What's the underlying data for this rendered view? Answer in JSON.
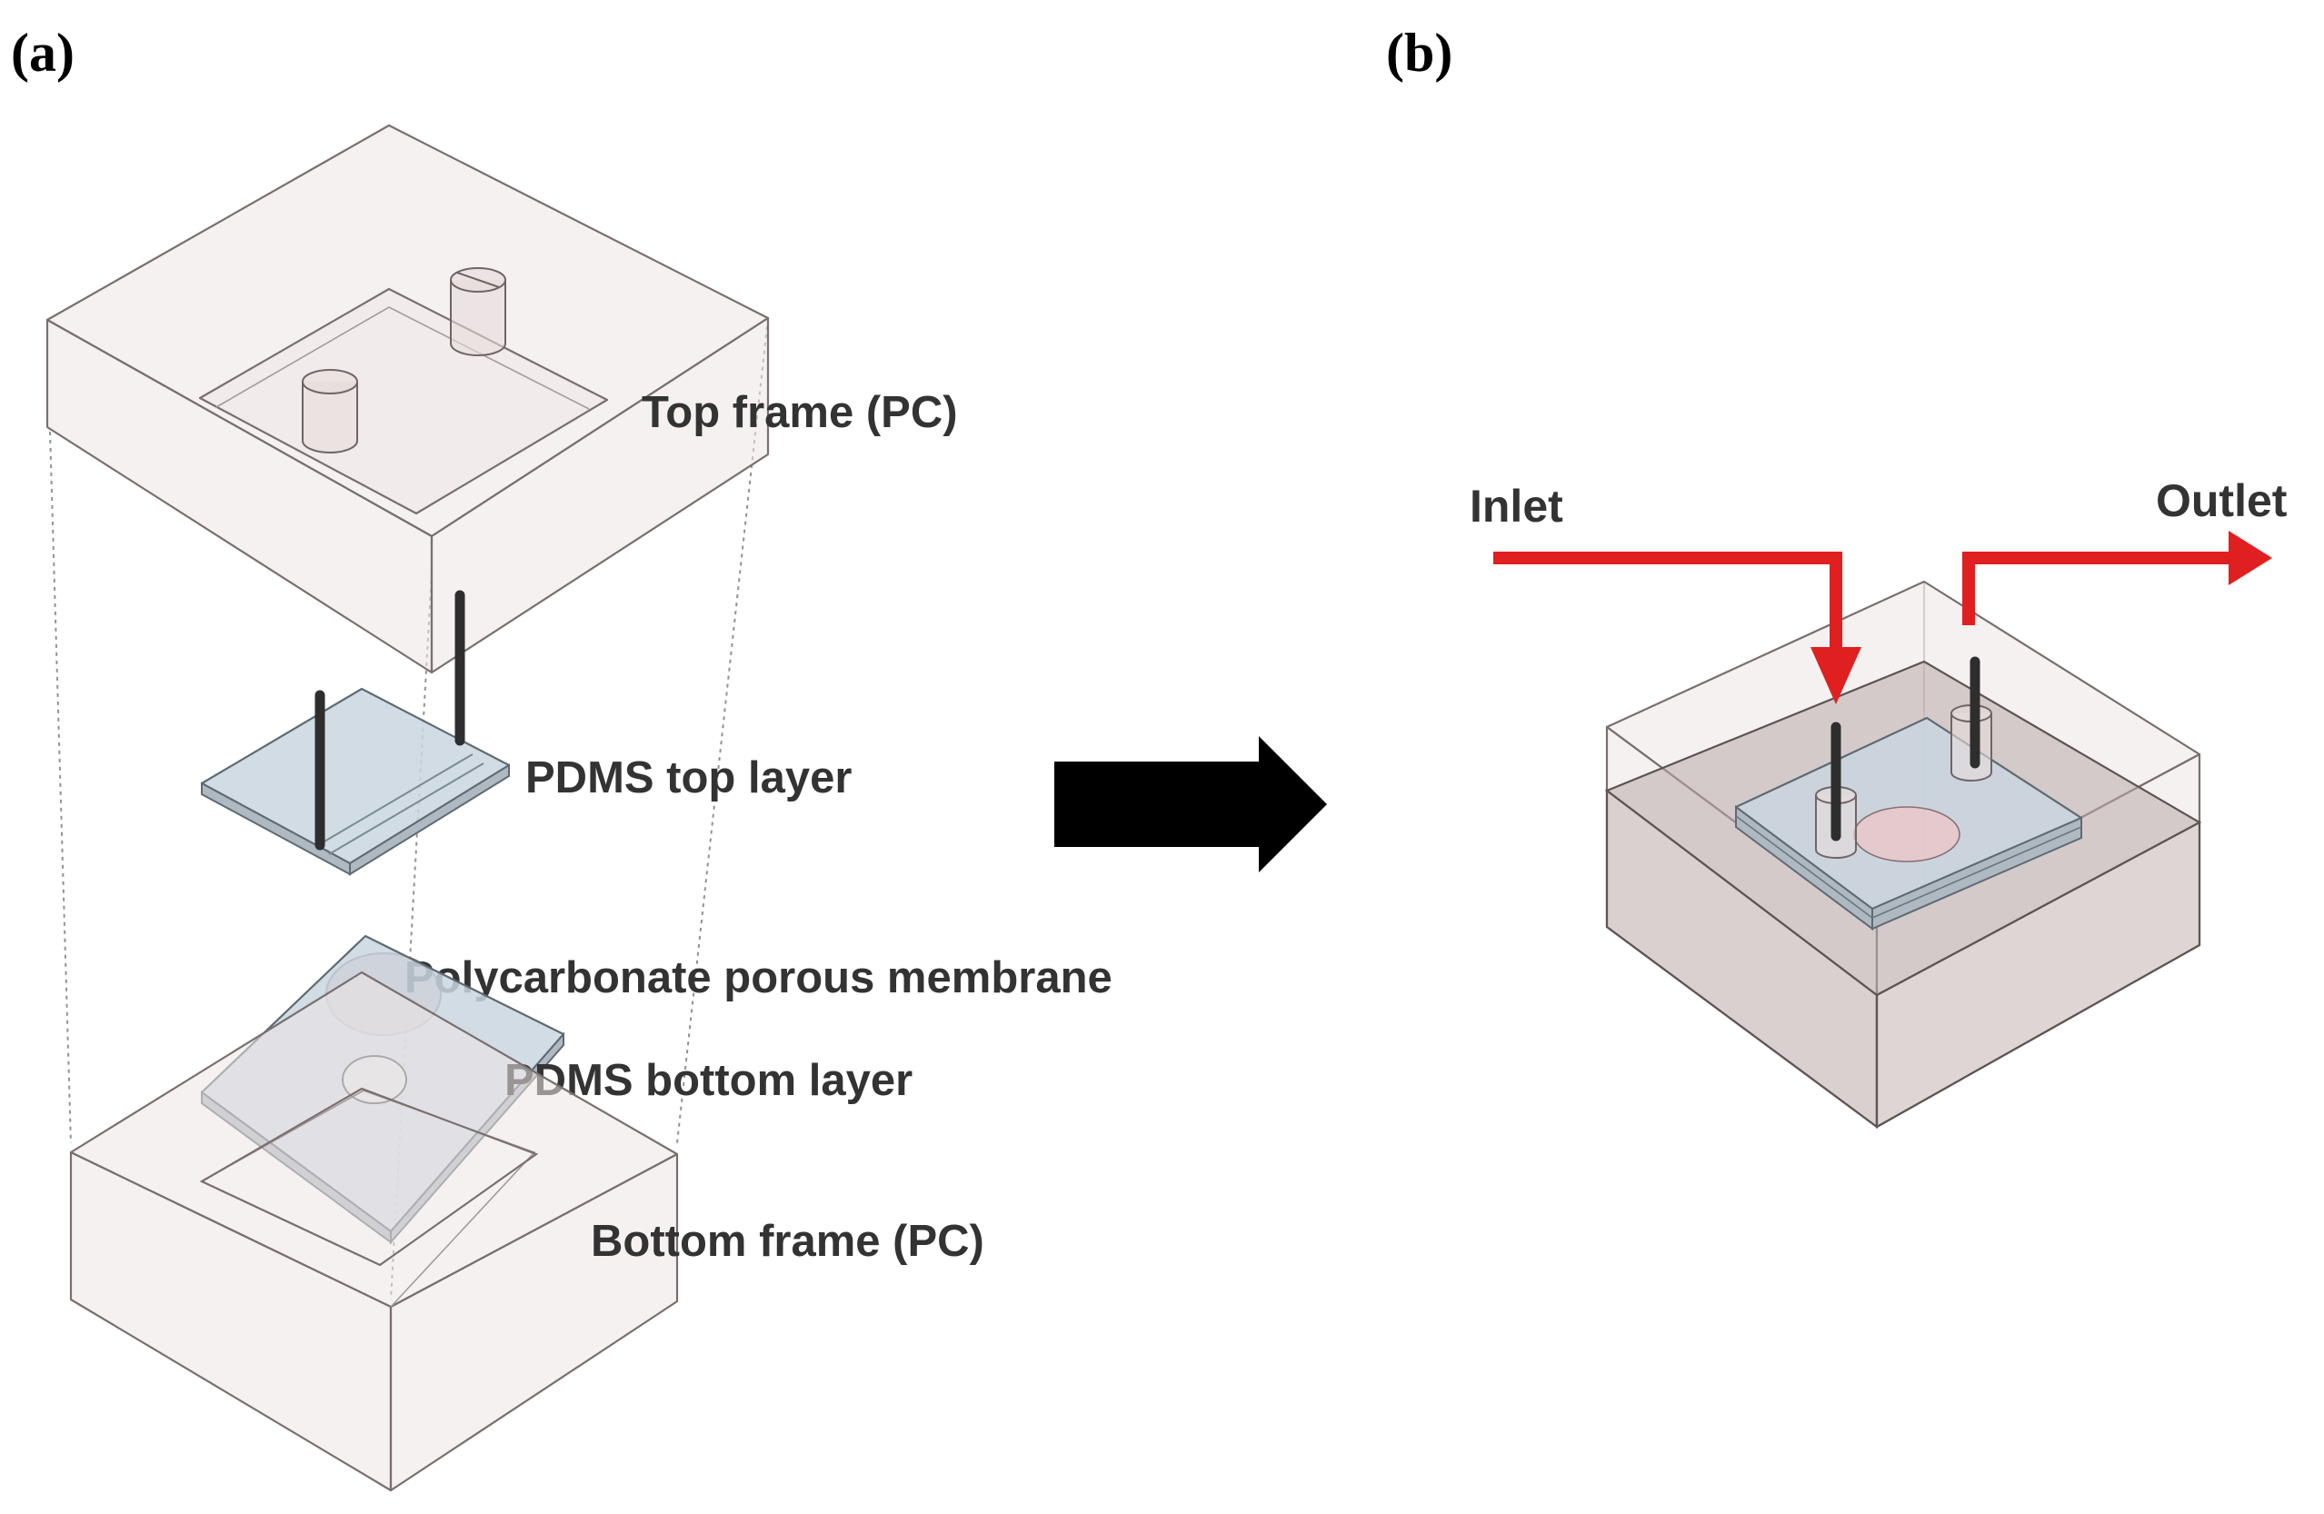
{
  "panels": {
    "a": {
      "label": "(a)"
    },
    "b": {
      "label": "(b)"
    }
  },
  "parts": {
    "top_frame": "Top frame (PC)",
    "pdms_top": "PDMS top layer",
    "membrane": "Polycarbonate porous membrane",
    "pdms_bottom": "PDMS bottom layer",
    "bottom_frame": "Bottom frame (PC)"
  },
  "flow": {
    "inlet": "Inlet",
    "outlet": "Outlet"
  },
  "colors": {
    "flow_arrow": "#e02020",
    "membrane": "#f0c4c6",
    "pdms": "#c9d6df",
    "frame": "#efe5e5",
    "transition_arrow": "#000000"
  }
}
